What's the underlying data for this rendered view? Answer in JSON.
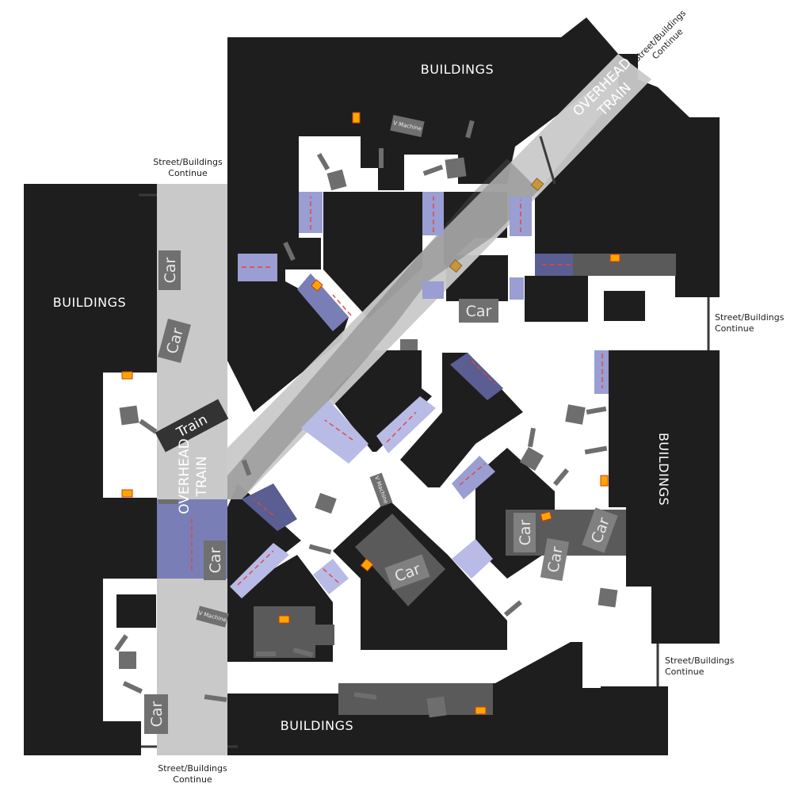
{
  "labels": {
    "buildings": "BUILDINGS",
    "street_continue": "Street/Buildings Continue",
    "street_line1": "Street/Buildings",
    "street_line2": "Continue",
    "overhead": "OVERHEAD",
    "train": "TRAIN",
    "train_car": "Train",
    "car": "Car",
    "vending_machine": "V Machine"
  },
  "colors": {
    "building": "#1e1e1e",
    "street": "#ffffff",
    "overhead_train": "#c9c9c9",
    "crosswalk": "#b8bbe6",
    "crosswalk_dark": "#8a8ec4",
    "vehicle": "#6e6e6e",
    "spawn_marker": "#ffa500",
    "spawn_marker_gold": "#c8963c",
    "arrow": "#e8433a"
  }
}
